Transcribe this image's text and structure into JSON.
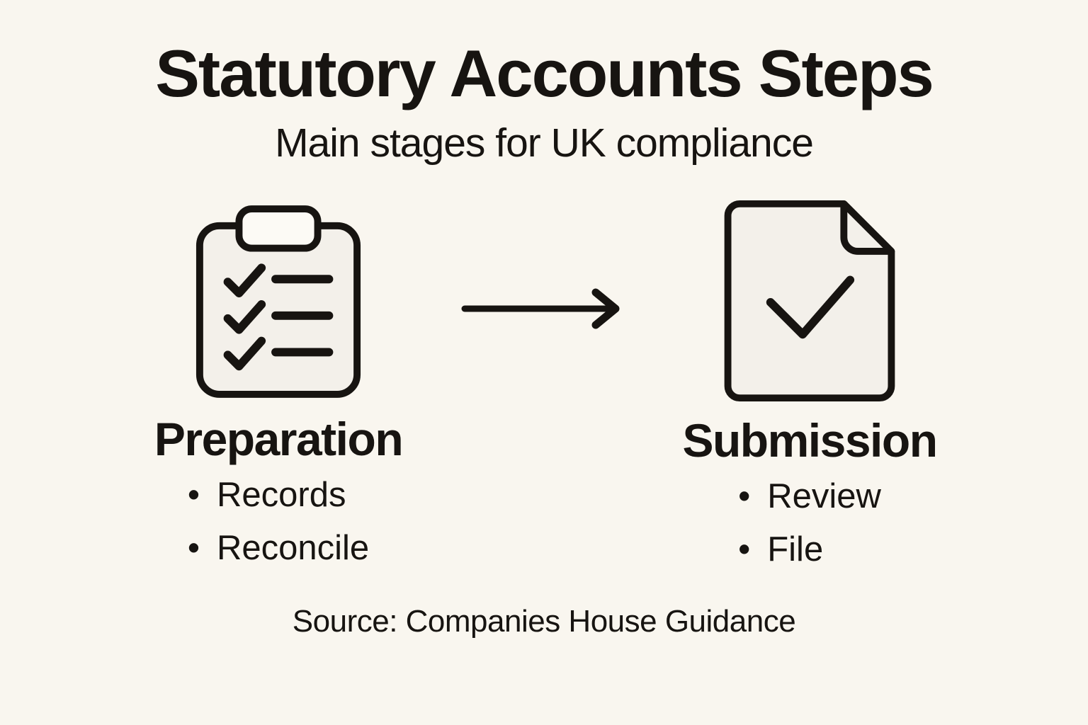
{
  "title": "Statutory Accounts Steps",
  "subtitle": "Main stages for UK compliance",
  "stages": [
    {
      "name": "Preparation",
      "icon": "clipboard-checklist-icon",
      "items": [
        "Records",
        "Reconcile"
      ]
    },
    {
      "name": "Submission",
      "icon": "document-check-icon",
      "items": [
        "Review",
        "File"
      ]
    }
  ],
  "connector_icon": "arrow-right-icon",
  "source": "Source: Companies House Guidance",
  "colors": {
    "background": "#F9F6EF",
    "ink": "#171411",
    "icon_fill": "#F3F0EA",
    "clip_fill": "#FCFAF5"
  }
}
